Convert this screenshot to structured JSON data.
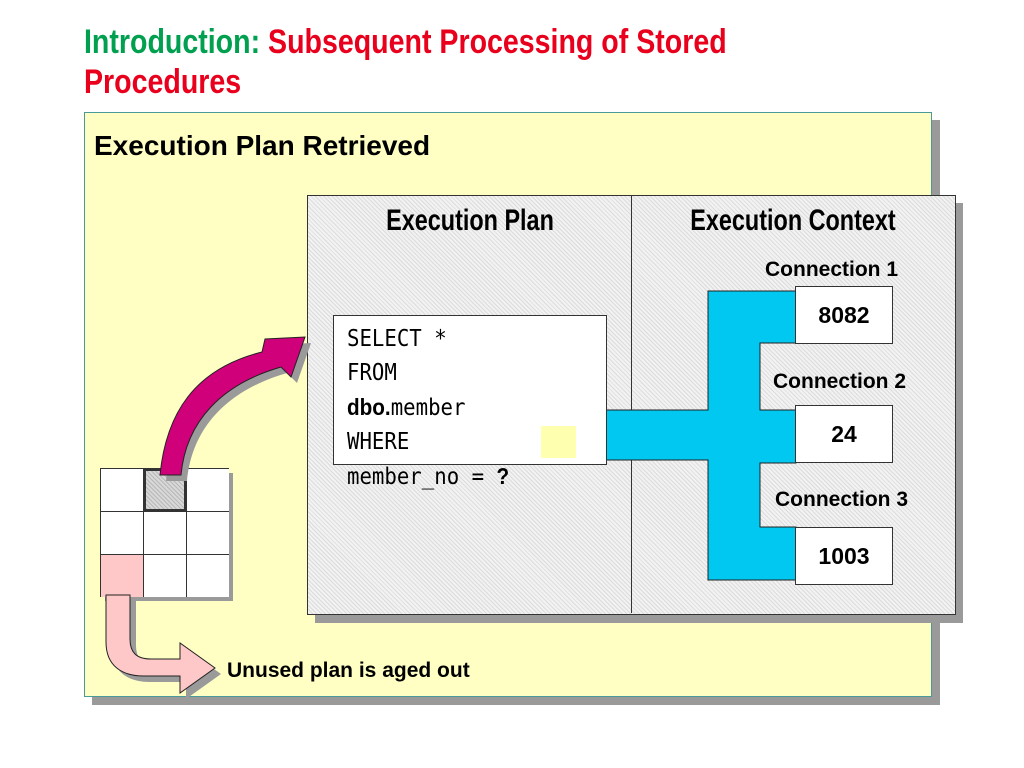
{
  "title": {
    "lead": "Introduction:",
    "rest": "Subsequent Processing of Stored Procedures"
  },
  "panel": {
    "heading": "Execution Plan Retrieved"
  },
  "execution_plan": {
    "heading": "Execution Plan",
    "sql": {
      "line1": "SELECT *",
      "line2": "FROM",
      "line3_bold": "dbo.",
      "line3_rest": "member",
      "line4": "WHERE",
      "line5": "member_no = ",
      "param": "?"
    }
  },
  "execution_context": {
    "heading": "Execution Context",
    "connections": [
      {
        "label": "Connection 1",
        "value": "8082"
      },
      {
        "label": "Connection 2",
        "value": "24"
      },
      {
        "label": "Connection 3",
        "value": "1003"
      }
    ]
  },
  "aged_out_caption": "Unused plan is aged out",
  "colors": {
    "title_lead": "#00a050",
    "title_rest": "#e8001c",
    "panel_background": "#ffffc4",
    "connector": "#00c8f0",
    "retrieve_arrow": "#d0007a",
    "aged_arrow": "#ffc8c8",
    "aged_cell": "#ffc8c8"
  }
}
